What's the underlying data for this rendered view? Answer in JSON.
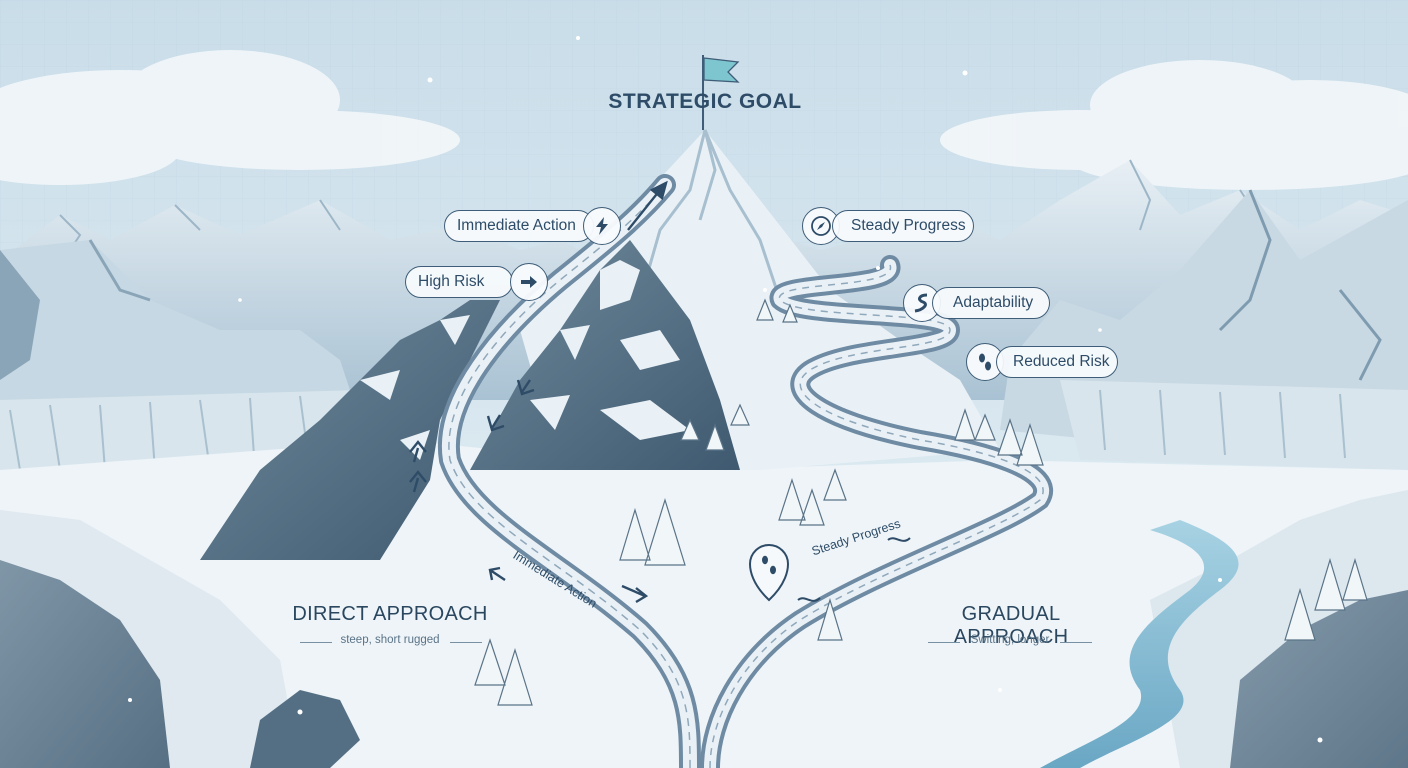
{
  "title": "STRATEGIC GOAL",
  "left_labels": {
    "immediate_action": "Immediate Action",
    "high_risk": "High Risk"
  },
  "right_labels": {
    "steady_progress": "Steady Progress",
    "adaptability": "Adaptability",
    "reduced_risk": "Reduced Risk"
  },
  "road_labels": {
    "immediate_action": "Immediate Action",
    "steady_progress": "Steady Progress"
  },
  "direct": {
    "name": "DIRECT APPROACH",
    "description": "steep, short rugged"
  },
  "gradual": {
    "name": "GRADUAL APPROACH",
    "description": "Switting, longer"
  },
  "icons": {
    "flag": "flag-icon",
    "lightning": "lightning-icon",
    "arrow": "arrow-right-icon",
    "compass": "compass-icon",
    "winding_road": "winding-road-icon",
    "footprints": "footprints-icon",
    "location_pin": "location-pin-icon"
  },
  "colors": {
    "sky": "#dbe8f0",
    "snow": "#f4f8fb",
    "rock": "#5a7387",
    "road": "#6e8ba3",
    "river": "#7fb4cf",
    "text": "#2e4c68",
    "flag": "#7ec6cf"
  }
}
